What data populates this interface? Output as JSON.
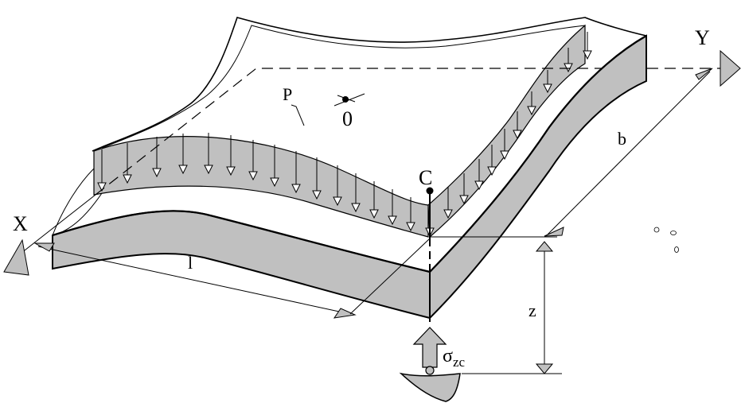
{
  "labels": {
    "x_axis": "X",
    "y_axis": "Y",
    "load": "P",
    "origin": "0",
    "point": "C",
    "length": "l",
    "width": "b",
    "depth": "z",
    "stress_main": "σ",
    "stress_sub": "zc"
  },
  "colors": {
    "fill_gray": "#c0c0c0",
    "line": "#000000",
    "background": "#ffffff"
  },
  "icons": [
    "arrowhead-icon",
    "load-arrow-icon",
    "pointer-icon"
  ]
}
